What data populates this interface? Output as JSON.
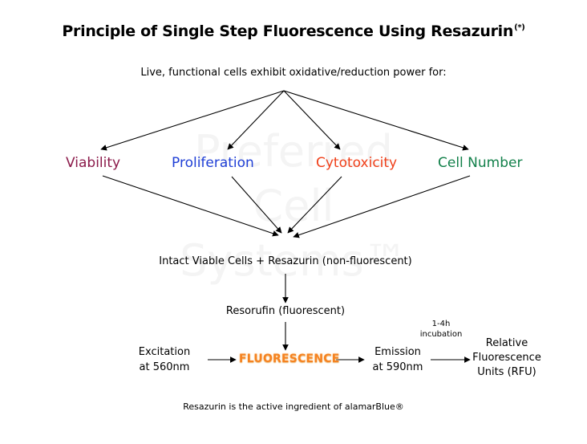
{
  "title": "Principle of Single Step Fluorescence Using Resazurin",
  "title_sup": "(*)",
  "subtitle": "Live, functional cells exhibit oxidative/reduction power for:",
  "categories": [
    {
      "label": "Viability",
      "color": "#8b1a4a"
    },
    {
      "label": "Proliferation",
      "color": "#1f3fd6"
    },
    {
      "label": "Cytotoxicity",
      "color": "#f0401a"
    },
    {
      "label": "Cell Number",
      "color": "#12804a"
    }
  ],
  "watermark": {
    "line1": "Preferred",
    "line2": "Cell",
    "line3": "Systems™"
  },
  "flow": {
    "intact": "Intact Viable Cells + Resazurin (non-fluorescent)",
    "resorufin": "Resorufin (fluorescent)",
    "excitation_line1": "Excitation",
    "excitation_line2": "at 560nm",
    "fluorescence": "FLUORESCENCE",
    "emission_line1": "Emission",
    "emission_line2": "at 590nm",
    "incubation_line1": "1-4h",
    "incubation_line2": "incubation",
    "rfu_line1": "Relative",
    "rfu_line2": "Fluorescence",
    "rfu_line3": "Units (RFU)"
  },
  "footer": "Resazurin is the active ingredient of alamarBlue®"
}
